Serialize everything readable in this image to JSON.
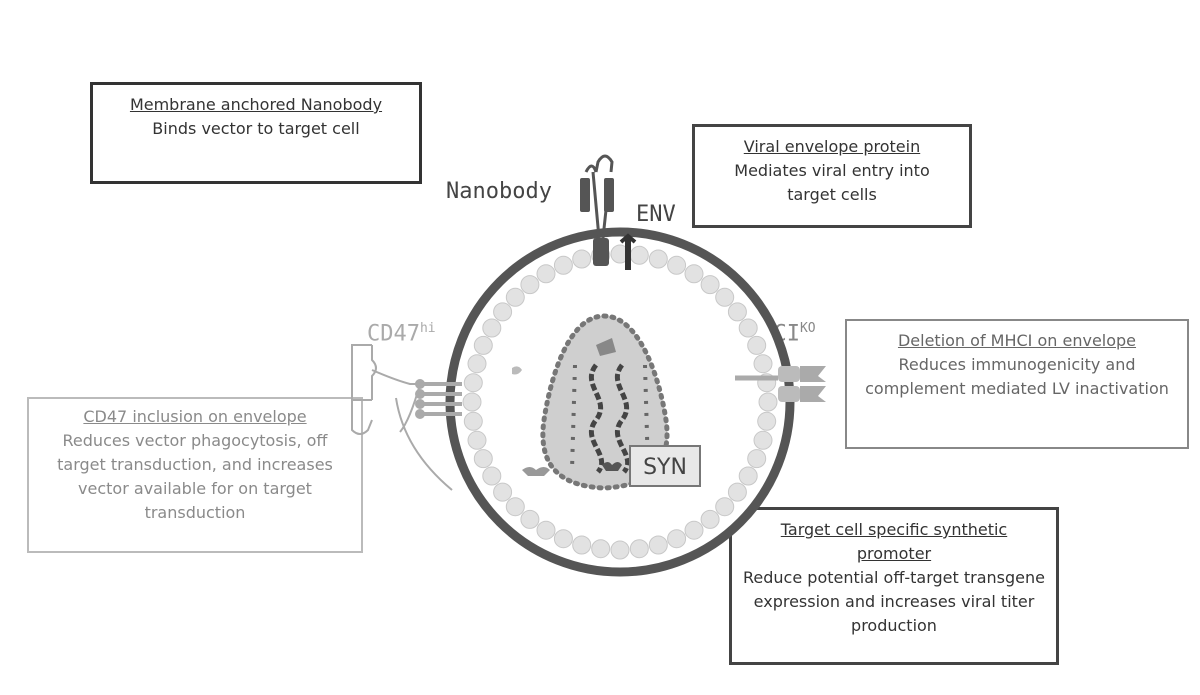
{
  "boxes": {
    "nanobody": {
      "title": "Membrane anchored Nanobody",
      "text": "Binds vector to target cell"
    },
    "env": {
      "title": "Viral envelope protein",
      "text": "Mediates viral entry into target cells"
    },
    "mhci": {
      "title": "Deletion of MHCI on envelope",
      "text": "Reduces immunogenicity and complement mediated LV inactivation"
    },
    "cd47": {
      "title": "CD47 inclusion on envelope",
      "text": "Reduces vector phagocytosis, off target transduction, and increases vector available for on target transduction"
    },
    "syn": {
      "title": "Target cell specific synthetic promoter",
      "text": "Reduce potential off-target transgene expression and increases viral titer production"
    }
  },
  "labels": {
    "nanobody": "Nanobody",
    "env": "ENV",
    "cd47": "CD47",
    "cd47_sup": "hi",
    "mhci": "MHCI",
    "mhci_sup": "KO",
    "syn": "SYN"
  },
  "colors": {
    "dark": "#333333",
    "mid": "#666666",
    "light": "#9a9a9a",
    "pale": "#cfcfcf",
    "bead": "#e2e2e2"
  }
}
